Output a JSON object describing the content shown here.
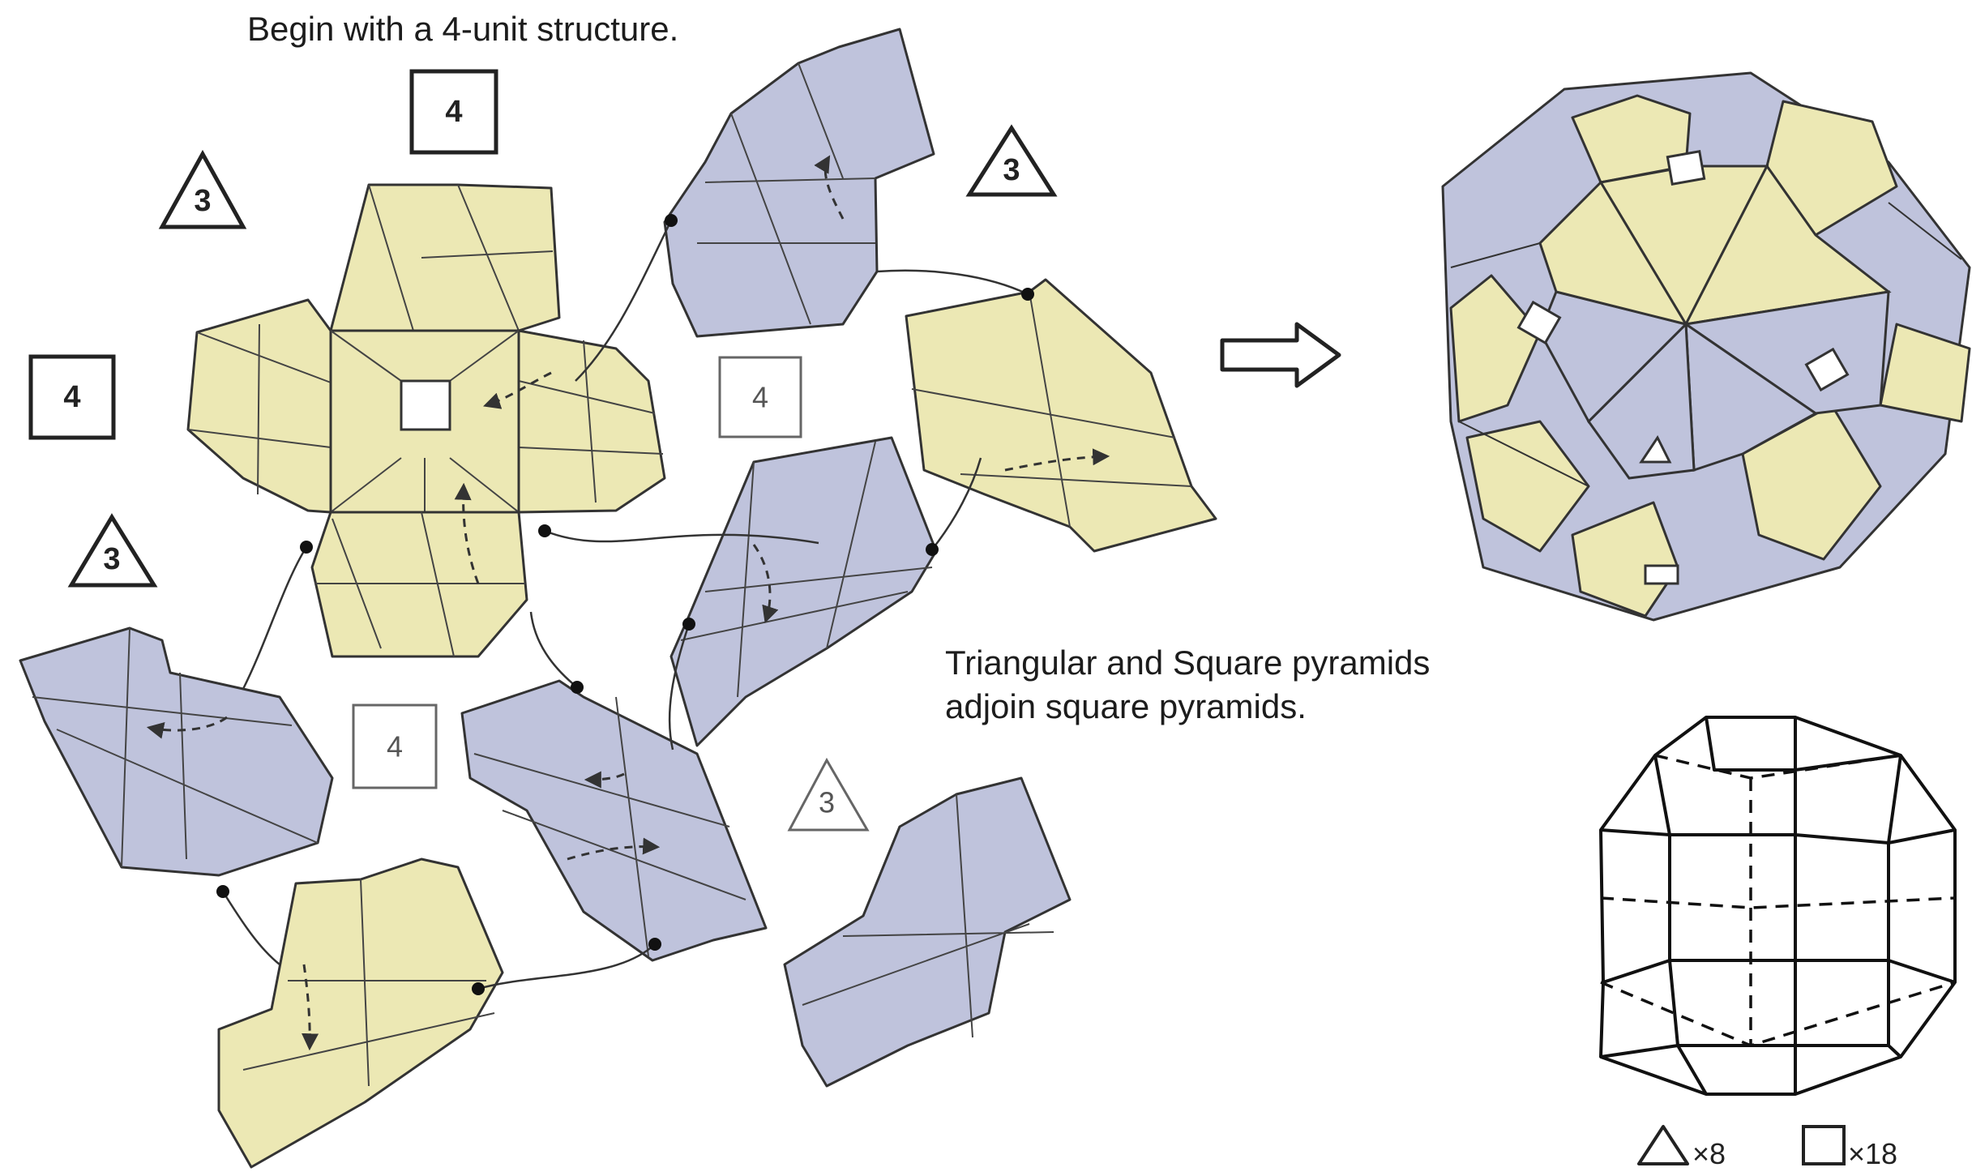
{
  "caption_top": "Begin with a 4-unit structure.",
  "caption_mid_line1": "Triangular and Square pyramids",
  "caption_mid_line2": "adjoin square pyramids.",
  "markers": {
    "square_4": "4",
    "triangle_3": "3"
  },
  "legend": {
    "triangle_count": "×8",
    "square_count": "×18"
  },
  "colors": {
    "yellow_unit": "#ece8b4",
    "blue_unit": "#bfc3dc",
    "line": "#333333"
  }
}
